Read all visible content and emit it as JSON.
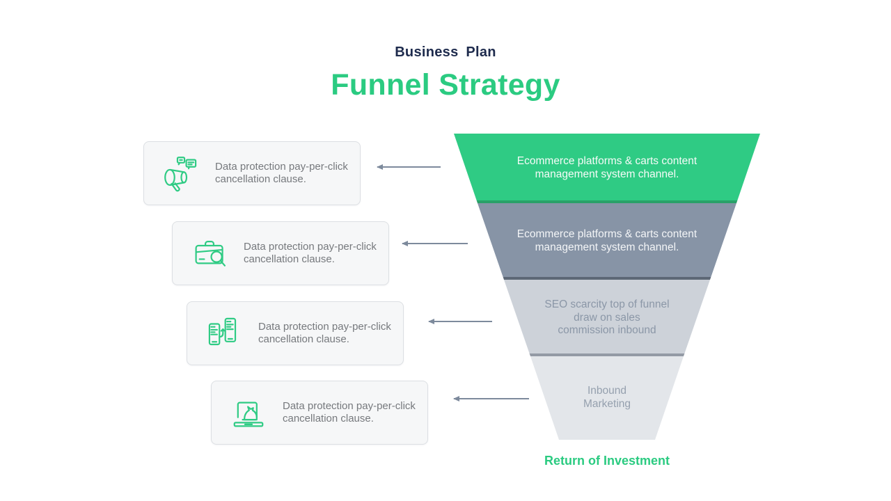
{
  "header": {
    "subtitle": "Business Plan",
    "title": "Funnel Strategy"
  },
  "cards": [
    {
      "icon": "megaphone-icon",
      "text": "Data protection pay-per-click cancellation clause."
    },
    {
      "icon": "briefcase-search-icon",
      "text": "Data protection pay-per-click cancellation clause."
    },
    {
      "icon": "phones-transfer-icon",
      "text": "Data protection pay-per-click cancellation clause."
    },
    {
      "icon": "chess-strategy-icon",
      "text": "Data protection pay-per-click cancellation clause."
    }
  ],
  "funnel": {
    "segments": [
      {
        "label": "Ecommerce platforms & carts content management system channel.",
        "color": "#2fcb84",
        "edge_color": "#29a168",
        "text_color": "#f6fbf8"
      },
      {
        "label": "Ecommerce platforms & carts content management system channel.",
        "color": "#8794a6",
        "edge_color": "#5d6876",
        "text_color": "#f3f5f7"
      },
      {
        "label": "SEO scarcity top of funnel draw on sales commission inbound",
        "color": "#cdd2d9",
        "edge_color": "#939aa5",
        "text_color": "#8b97a7"
      },
      {
        "label": "Inbound Marketing",
        "color": "#e3e6ea",
        "edge_color": "#e3e6ea",
        "text_color": "#95a0ae"
      }
    ],
    "caption": "Return of Investment"
  },
  "colors": {
    "accent_green": "#2bcb81",
    "navy": "#1e2b4d",
    "arrow": "#7d8a9c",
    "card_text": "#76797d"
  }
}
